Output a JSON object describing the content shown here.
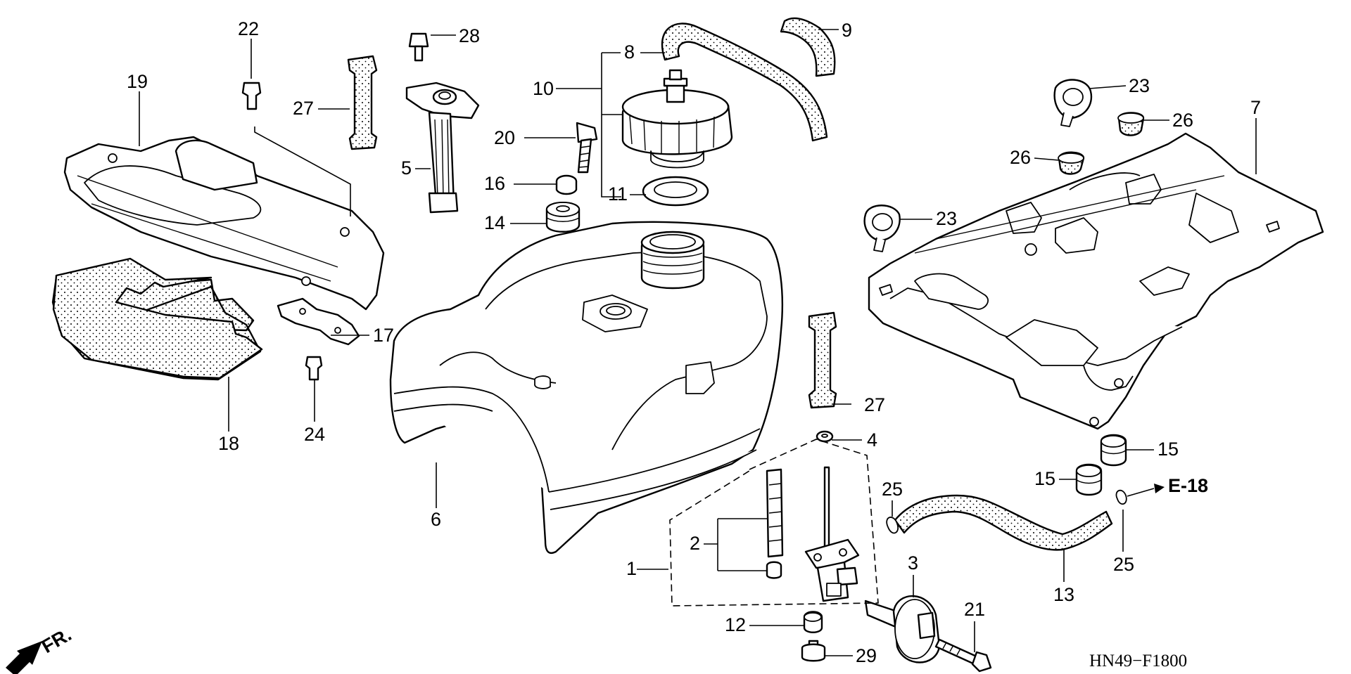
{
  "diagram_code": "HN49−F1800",
  "front_marker": "FR.",
  "reference": "E-18",
  "callouts": {
    "c1": "1",
    "c2": "2",
    "c3": "3",
    "c4": "4",
    "c5": "5",
    "c6": "6",
    "c7": "7",
    "c8": "8",
    "c9": "9",
    "c10": "10",
    "c11": "11",
    "c12": "12",
    "c13": "13",
    "c14": "14",
    "c15a": "15",
    "c15b": "15",
    "c16": "16",
    "c17": "17",
    "c18": "18",
    "c19": "19",
    "c20": "20",
    "c21": "21",
    "c22": "22",
    "c23a": "23",
    "c23b": "23",
    "c24": "24",
    "c25a": "25",
    "c25b": "25",
    "c26a": "26",
    "c26b": "26",
    "c27a": "27",
    "c27b": "27",
    "c28": "28",
    "c29": "29"
  }
}
